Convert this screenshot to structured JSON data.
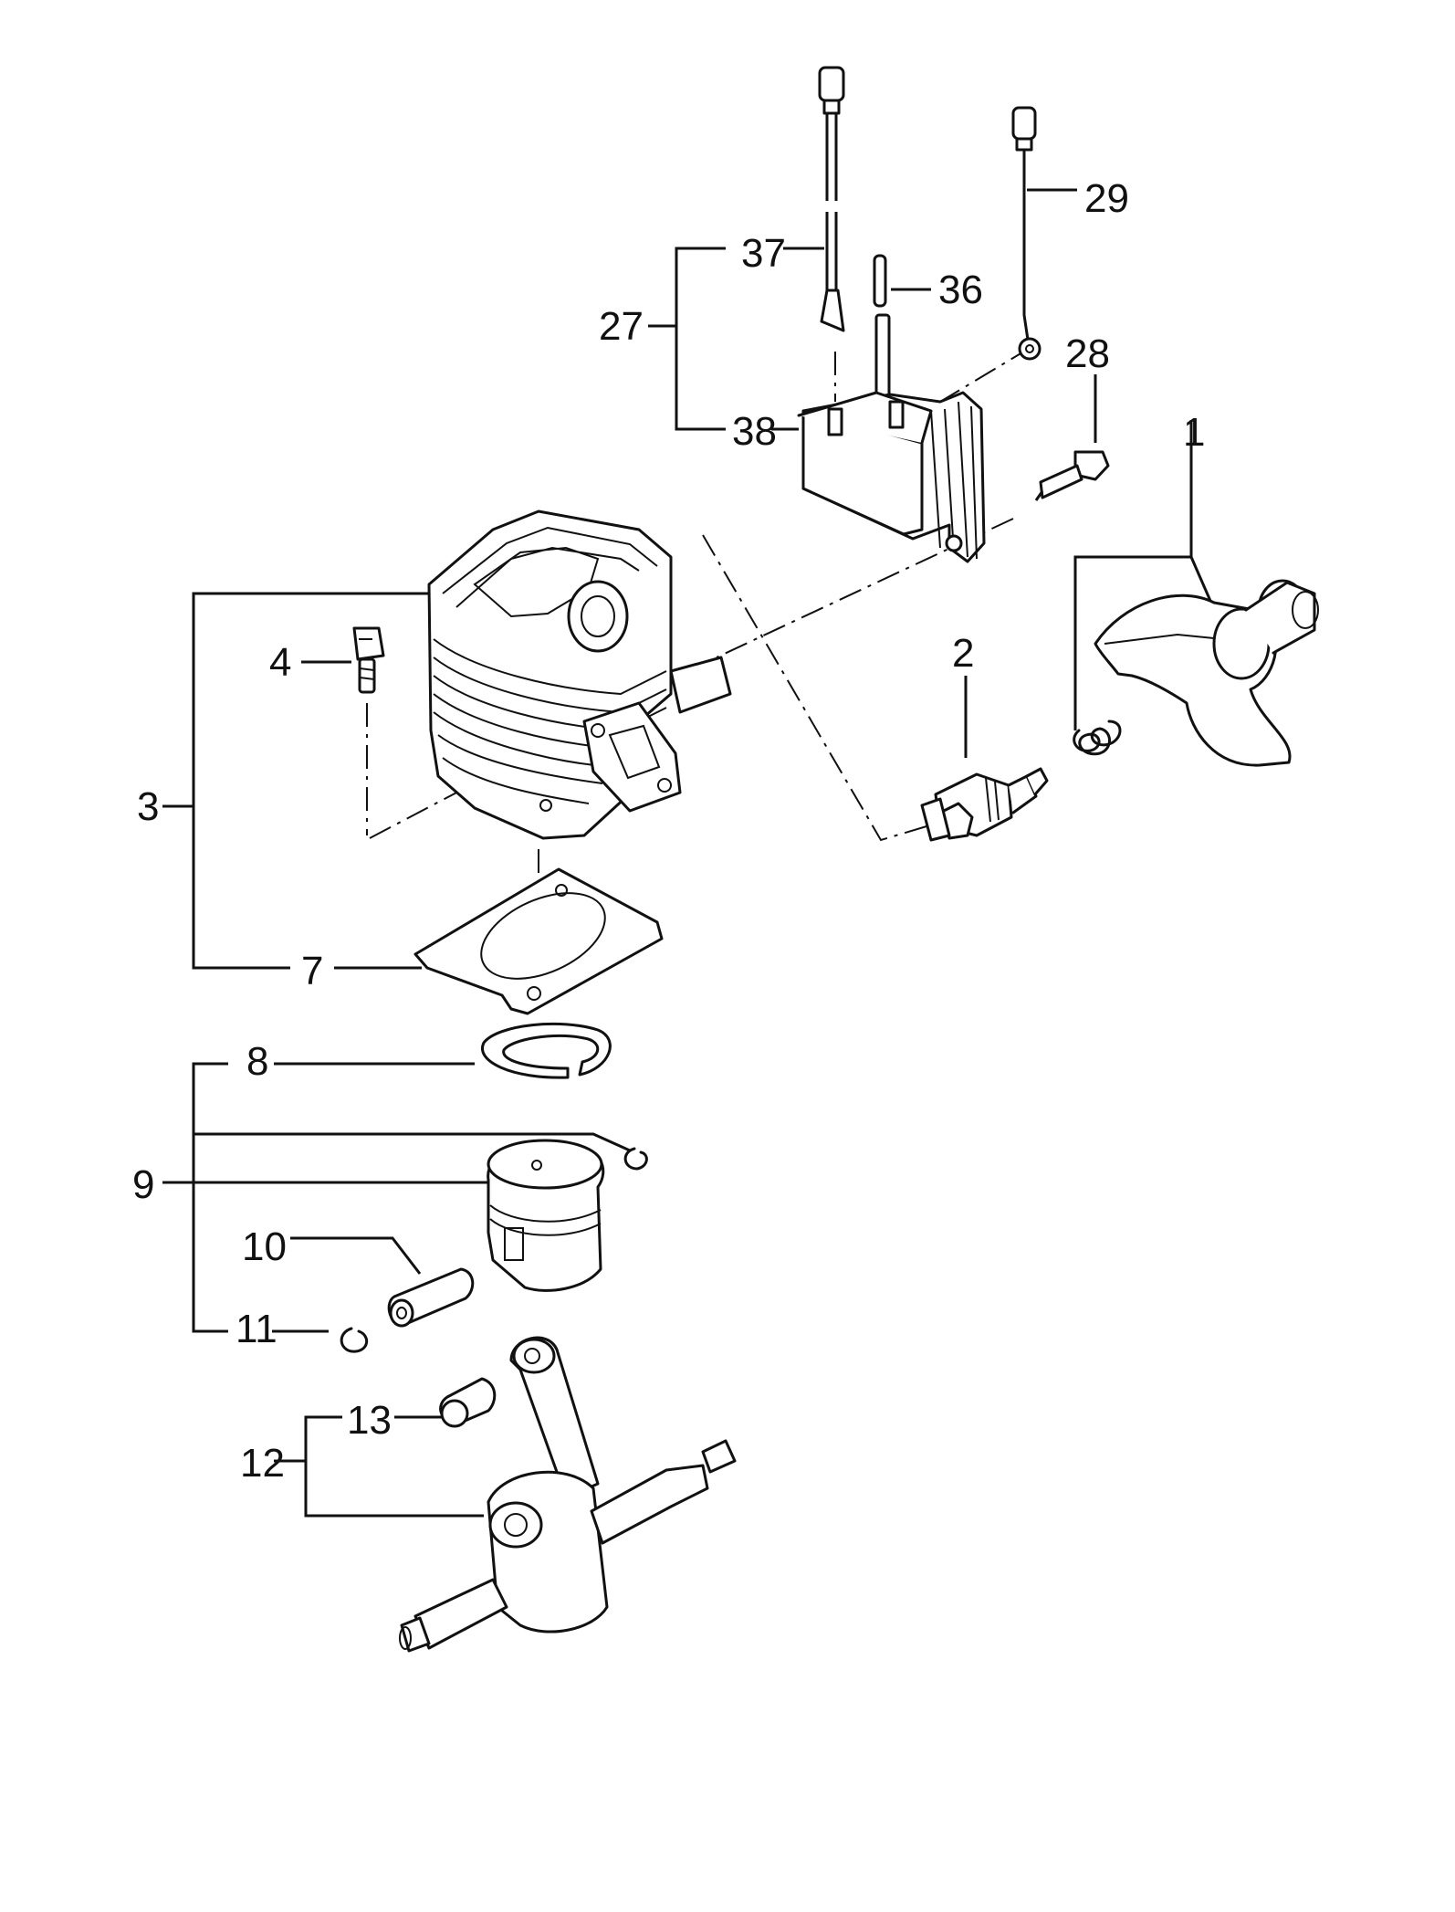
{
  "labels": {
    "l1": "1",
    "l2": "2",
    "l3": "3",
    "l4": "4",
    "l7": "7",
    "l8": "8",
    "l9": "9",
    "l10": "10",
    "l11": "11",
    "l12": "12",
    "l13": "13",
    "l27": "27",
    "l28": "28",
    "l29": "29",
    "l36": "36",
    "l37": "37",
    "l38": "38"
  }
}
